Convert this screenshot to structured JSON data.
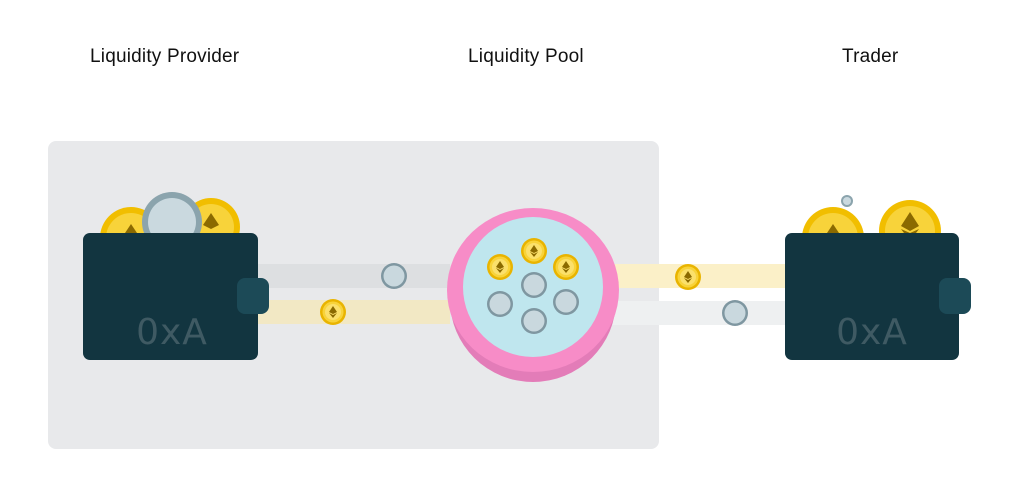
{
  "titles": {
    "provider": "Liquidity Provider",
    "pool": "Liquidity Pool",
    "trader": "Trader"
  },
  "wallets": {
    "provider": {
      "label": "0xA"
    },
    "trader": {
      "label": "0xA"
    }
  },
  "colors": {
    "wallet": "#123540",
    "wallet_clasp": "#1c4a57",
    "gold_coin": "#f7c913",
    "silver_coin": "#c7d6dc",
    "pool_ring": "#f78cc7",
    "pool_inner": "#bfe6ee",
    "provider_box": "#e8e9eb"
  },
  "icons": [
    "ethereum-icon",
    "gold-coin-icon",
    "silver-coin-icon",
    "wallet-icon"
  ]
}
